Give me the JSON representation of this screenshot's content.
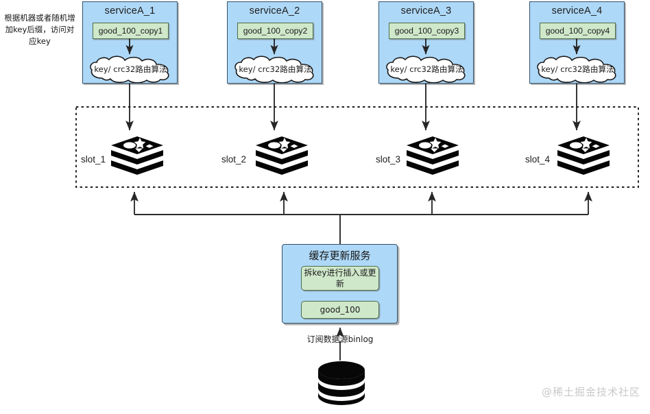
{
  "diagram": {
    "note_left": "根据机器或者随机增加key后缀，访问对应key",
    "services": [
      {
        "title": "serviceA_1",
        "copy_key": "good_100_copy1",
        "cloud": "key/ crc32路由算法"
      },
      {
        "title": "serviceA_2",
        "copy_key": "good_100_copy2",
        "cloud": "key/ crc32路由算法"
      },
      {
        "title": "serviceA_3",
        "copy_key": "good_100_copy3",
        "cloud": "key/ crc32路由算法"
      },
      {
        "title": "serviceA_4",
        "copy_key": "good_100_copy4",
        "cloud": "key/ crc32路由算法"
      }
    ],
    "slots": [
      {
        "label": "slot_1",
        "icon": "redis-icon"
      },
      {
        "label": "slot_2",
        "icon": "redis-icon"
      },
      {
        "label": "slot_3",
        "icon": "redis-icon"
      },
      {
        "label": "slot_4",
        "icon": "redis-icon"
      }
    ],
    "cache_service": {
      "title": "缓存更新服务",
      "step_label": "拆key进行插入或更新",
      "key_label": "good_100"
    },
    "binlog_label": "订阅数据源binlog",
    "database_icon": "database-cylinder-icon",
    "watermark": "@稀土掘金技术社区",
    "colors": {
      "service_fill": "#aed8f7",
      "service_stroke": "#30506b",
      "chip_fill": "#cfe8ca",
      "chip_stroke": "#4c6b49",
      "line": "#333333",
      "icon": "#000000",
      "watermark": "#c9c9c9"
    }
  }
}
